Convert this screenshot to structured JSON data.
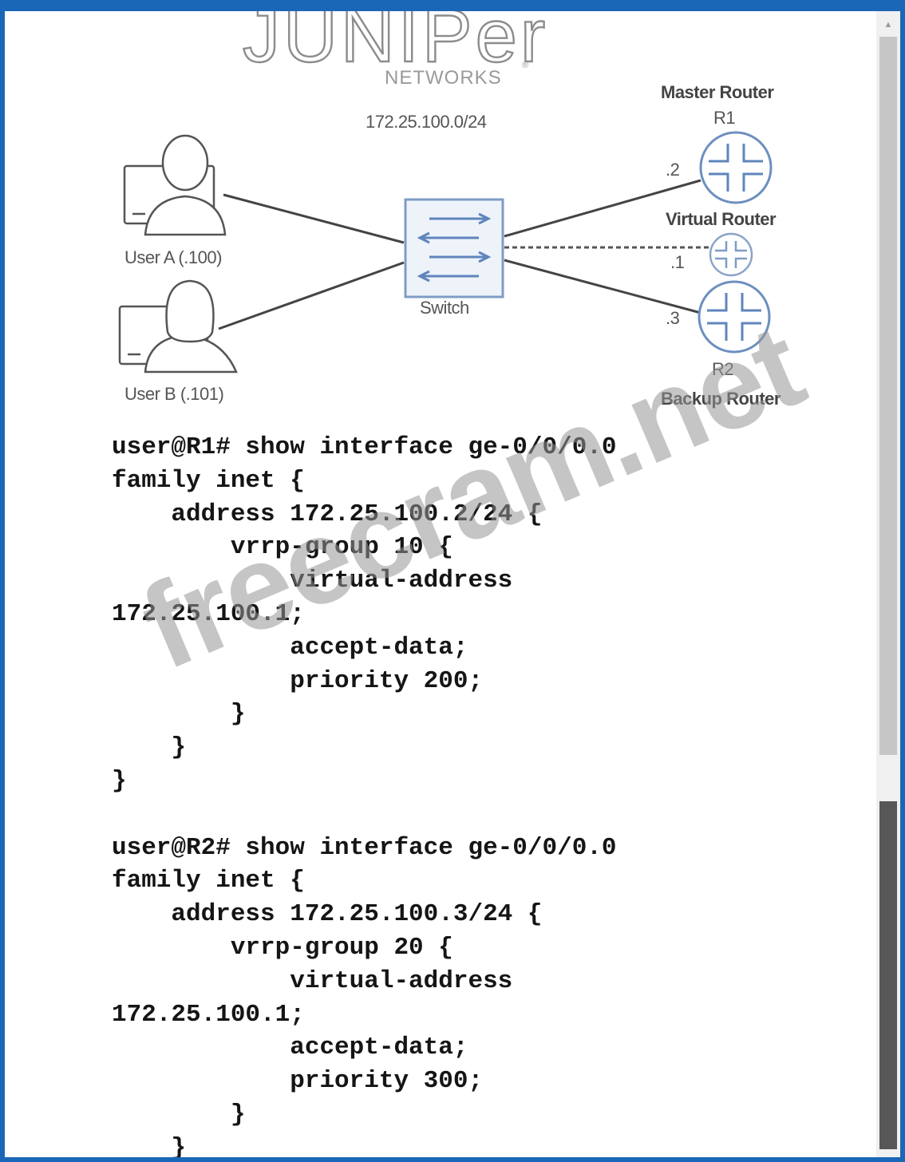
{
  "logo": {
    "wordmark": "JUNIPer",
    "registered": "®",
    "subtitle": "NETWORKS"
  },
  "diagram": {
    "subnet": "172.25.100.0/24",
    "user_a": "User A (.100)",
    "user_b": "User B (.101)",
    "switch": "Switch",
    "master_router": "Master Router",
    "r1": "R1",
    "r1_ip": ".2",
    "virtual_router": "Virtual Router",
    "virtual_ip": ".1",
    "r2_ip": ".3",
    "r2": "R2",
    "backup_router": "Backup Router"
  },
  "code_lines": [
    "user@R1# show interface ge-0/0/0.0",
    "family inet {",
    "    address 172.25.100.2/24 {",
    "        vrrp-group 10 {",
    "            virtual-address",
    "172.25.100.1;",
    "            accept-data;",
    "            priority 200;",
    "        }",
    "    }",
    "}",
    "",
    "user@R2# show interface ge-0/0/0.0",
    "family inet {",
    "    address 172.25.100.3/24 {",
    "        vrrp-group 20 {",
    "            virtual-address",
    "172.25.100.1;",
    "            accept-data;",
    "            priority 300;",
    "        }",
    "    }"
  ],
  "watermark": "freecram.net",
  "colors": {
    "frame": "#1a67b8",
    "scroll_thumb": "#575757"
  }
}
